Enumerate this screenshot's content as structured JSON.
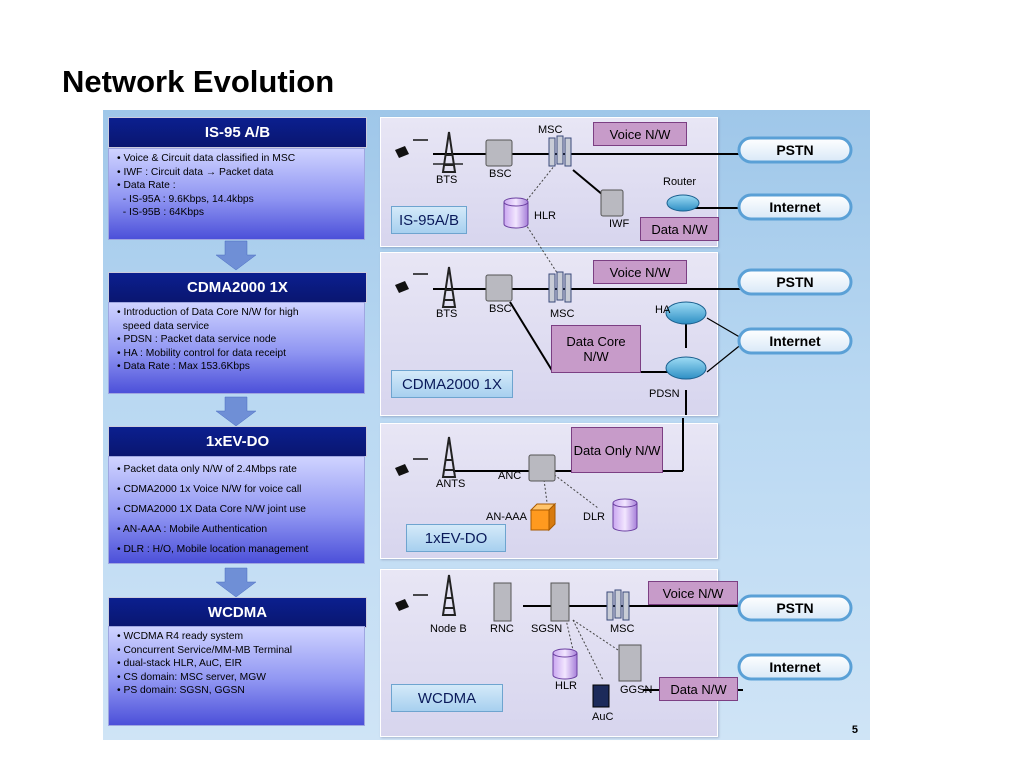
{
  "page_title": "Network Evolution",
  "slide_number": "5",
  "generations": [
    {
      "header": "IS-95 A/B",
      "bullets": [
        "• Voice & Circuit data classified in MSC",
        "• IWF : Circuit data → Packet data",
        "• Data Rate :",
        "  - IS-95A : 9.6Kbps, 14.4kbps",
        "  - IS-95B : 64Kbps"
      ]
    },
    {
      "header": "CDMA2000 1X",
      "bullets": [
        "• Introduction of Data Core N/W for high",
        "  speed data service",
        "• PDSN : Packet data service node",
        "• HA : Mobility control for data receipt",
        "• Data Rate : Max 153.6Kbps"
      ]
    },
    {
      "header": "1xEV-DO",
      "bullets": [
        "• Packet data only N/W of 2.4Mbps rate",
        "• CDMA2000 1x Voice N/W for voice call",
        "• CDMA2000 1X Data Core N/W joint use",
        "• AN-AAA : Mobile Authentication",
        "• DLR : H/O, Mobile location management"
      ]
    },
    {
      "header": "WCDMA",
      "bullets": [
        "• WCDMA R4 ready system",
        "• Concurrent Service/MM-MB Terminal",
        "• dual-stack HLR, AuC, EIR",
        "• CS domain: MSC server, MGW",
        "• PS domain: SGSN, GGSN"
      ]
    }
  ],
  "diagram": {
    "is95": {
      "tag": "IS-95A/B",
      "voice_nw": "Voice N/W",
      "data_nw": "Data N/W",
      "bts": "BTS",
      "bsc": "BSC",
      "msc": "MSC",
      "hlr": "HLR",
      "iwf": "IWF",
      "router": "Router"
    },
    "cdma": {
      "tag": "CDMA2000 1X",
      "voice_nw": "Voice N/W",
      "data_core": "Data Core N/W",
      "bts": "BTS",
      "bsc": "BSC",
      "msc": "MSC",
      "ha": "HA",
      "pdsn": "PDSN"
    },
    "evdo": {
      "tag": "1xEV-DO",
      "data_only": "Data Only N/W",
      "ants": "ANTS",
      "anc": "ANC",
      "an_aaa": "AN-AAA",
      "dlr": "DLR"
    },
    "wcdma": {
      "tag": "WCDMA",
      "voice_nw": "Voice N/W",
      "data_nw": "Data N/W",
      "node_b": "Node B",
      "rnc": "RNC",
      "sgsn": "SGSN",
      "msc": "MSC",
      "hlr": "HLR",
      "ggsn": "GGSN",
      "auc": "AuC"
    },
    "clouds": {
      "pstn": "PSTN",
      "internet": "Internet"
    }
  },
  "colors": {
    "header_bg": "#0b1f8f",
    "nw_box": "#c79bc9",
    "tag_bg": "#a7d0ef",
    "arrow": "#6f8fd6"
  }
}
